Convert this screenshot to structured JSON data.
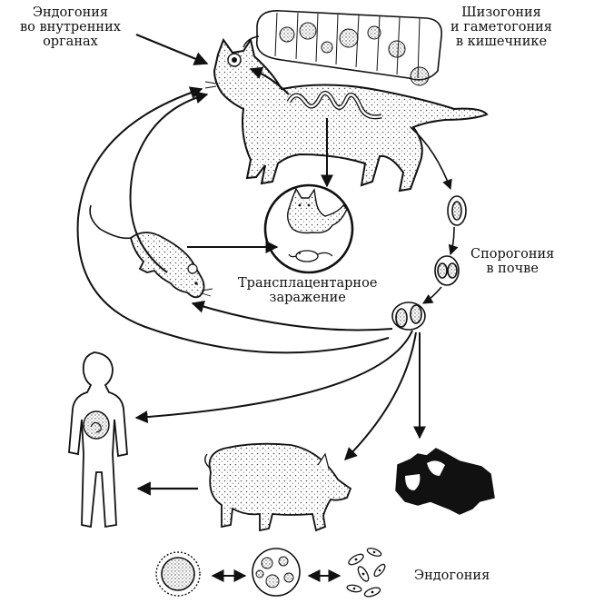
{
  "labels": {
    "endogony_internal": {
      "line1": "Эндогония",
      "line2": "во внутренних",
      "line3": "органах"
    },
    "schizogony": {
      "line1": "Шизогония",
      "line2": "и гаметогония",
      "line3": "в кишечнике"
    },
    "sporogony": {
      "line1": "Спорогония",
      "line2": "в почве"
    },
    "transplacental": {
      "line1": "Трансплацентарное",
      "line2": "заражение"
    },
    "endogony": "Эндогония"
  },
  "colors": {
    "ink": "#111111",
    "paper": "#ffffff",
    "stipple": "#6a6a6a"
  },
  "icons": [
    "cat-icon",
    "intestine-icon",
    "kitten-icon",
    "mouse-icon",
    "oocyst-icon",
    "human-icon",
    "pig-icon",
    "cow-icon",
    "cyst-icon",
    "pseudocyst-icon",
    "tachyzoite-icon"
  ]
}
